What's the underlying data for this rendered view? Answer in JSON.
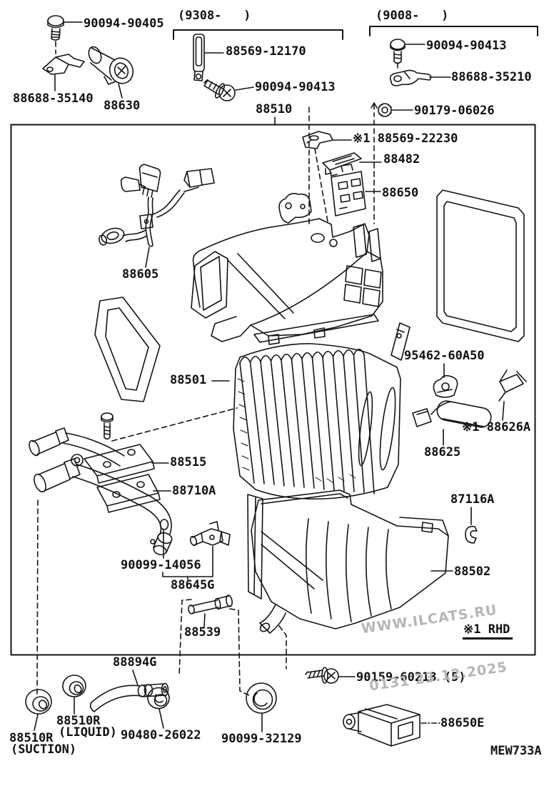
{
  "page": {
    "background": "#ffffff",
    "line_color": "#141414",
    "watermark_color": "#b6b6b6"
  },
  "header": {
    "left_bracket_caption": "(9308-   )",
    "right_bracket_caption": "(9008-   )"
  },
  "labels": {
    "p90094_90405": "90094-90405",
    "p88688_35140": "88688-35140",
    "p88630": "88630",
    "p88569_12170": "88569-12170",
    "p90094_90413_left": "90094-90413",
    "p90094_90413_right": "90094-90413",
    "p88688_35210": "88688-35210",
    "p90179_06026": "90179-06026",
    "p88510": "88510",
    "p88569_22230": "※1 88569-22230",
    "p88482": "88482",
    "p88650": "88650",
    "p88605": "88605",
    "p88501": "88501",
    "p95462_60A50": "95462-60A50",
    "p88626A": "※1 88626A",
    "p88625": "88625",
    "p88515": "88515",
    "p88710A": "88710A",
    "p90099_14056": "90099-14056",
    "p88645G": "88645G",
    "p87116A": "87116A",
    "p88502": "88502",
    "p88539": "88539",
    "p88894G": "88894G",
    "p88510R_liquid_no": "88510R",
    "p88510R_liquid_sub": "(LIQUID)",
    "p88510R_suction_no": "88510R",
    "p88510R_suction_sub": "(SUCTION)",
    "p90480_26022": "90480-26022",
    "p90099_32129": "90099-32129",
    "p90159_60213": "90159-60213 (5)",
    "p88650E": "88650E",
    "rhd_note": "※1 RHD",
    "drawing_code": "MEW733A"
  },
  "watermark": {
    "line1": "WWW.ILCATS.RU",
    "line2": "0131 23.12.2025"
  }
}
